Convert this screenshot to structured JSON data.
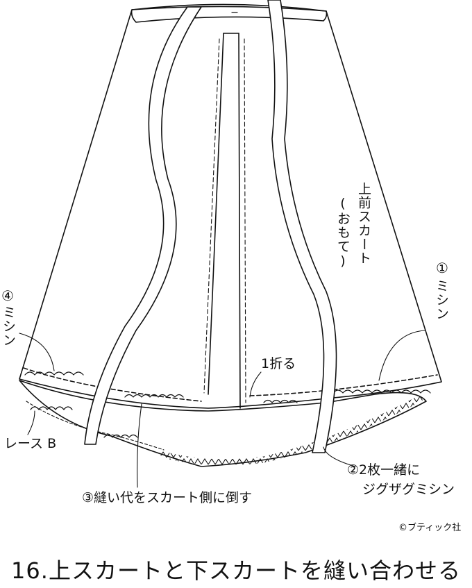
{
  "labels": {
    "upper_front_skirt": "上前スカート",
    "right_side": "(おもて)",
    "step1_num": "①",
    "step1_text": "ミシン",
    "step4_num": "④",
    "step4_text": "ミシン",
    "fold1": "1折る",
    "lace_b": "レース B",
    "step2_line1": "②2枚一緒に",
    "step2_line2": "ジグザグミシン",
    "step3": "③縫い代をスカート側に倒す",
    "credit": "©ブティック社"
  },
  "caption": "16.上スカートと下スカートを縫い合わせる",
  "colors": {
    "line": "#111111",
    "background": "#ffffff"
  }
}
